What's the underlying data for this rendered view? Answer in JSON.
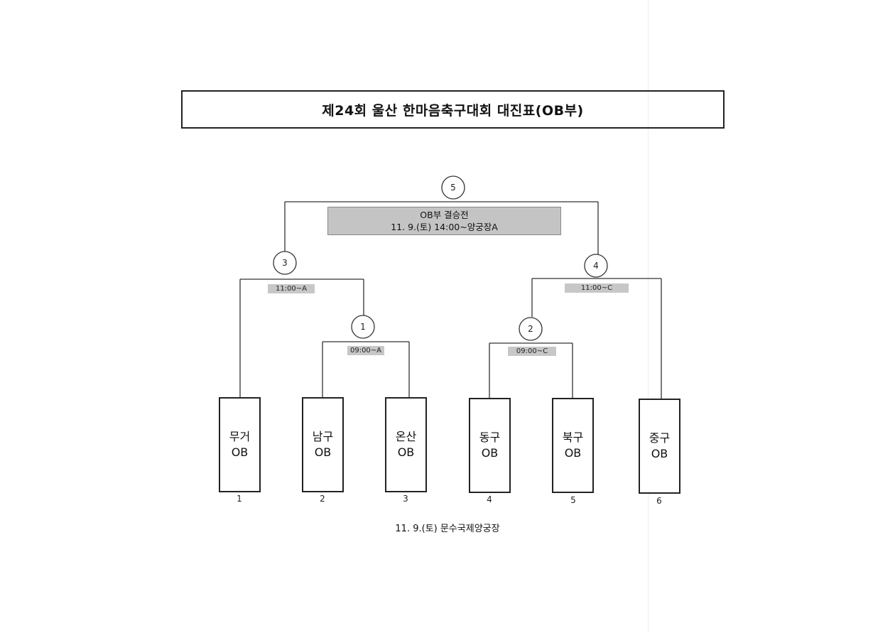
{
  "title": "제24회 울산 한마음축구대회 대진표(OB부)",
  "final": {
    "match_number": "5",
    "name": "OB부 결승전",
    "schedule": "11. 9.(토) 14:00~양궁장A"
  },
  "semifinals": [
    {
      "match_number": "3",
      "time": "11:00~A"
    },
    {
      "match_number": "4",
      "time": "11:00~C"
    }
  ],
  "quarterfinals": [
    {
      "match_number": "1",
      "time": "09:00~A"
    },
    {
      "match_number": "2",
      "time": "09:00~C"
    }
  ],
  "teams": [
    {
      "seed": "1",
      "name": "무거",
      "division": "OB"
    },
    {
      "seed": "2",
      "name": "남구",
      "division": "OB"
    },
    {
      "seed": "3",
      "name": "온산",
      "division": "OB"
    },
    {
      "seed": "4",
      "name": "동구",
      "division": "OB"
    },
    {
      "seed": "5",
      "name": "북구",
      "division": "OB"
    },
    {
      "seed": "6",
      "name": "중구",
      "division": "OB"
    }
  ],
  "venue": "11. 9.(토) 문수국제양궁장"
}
